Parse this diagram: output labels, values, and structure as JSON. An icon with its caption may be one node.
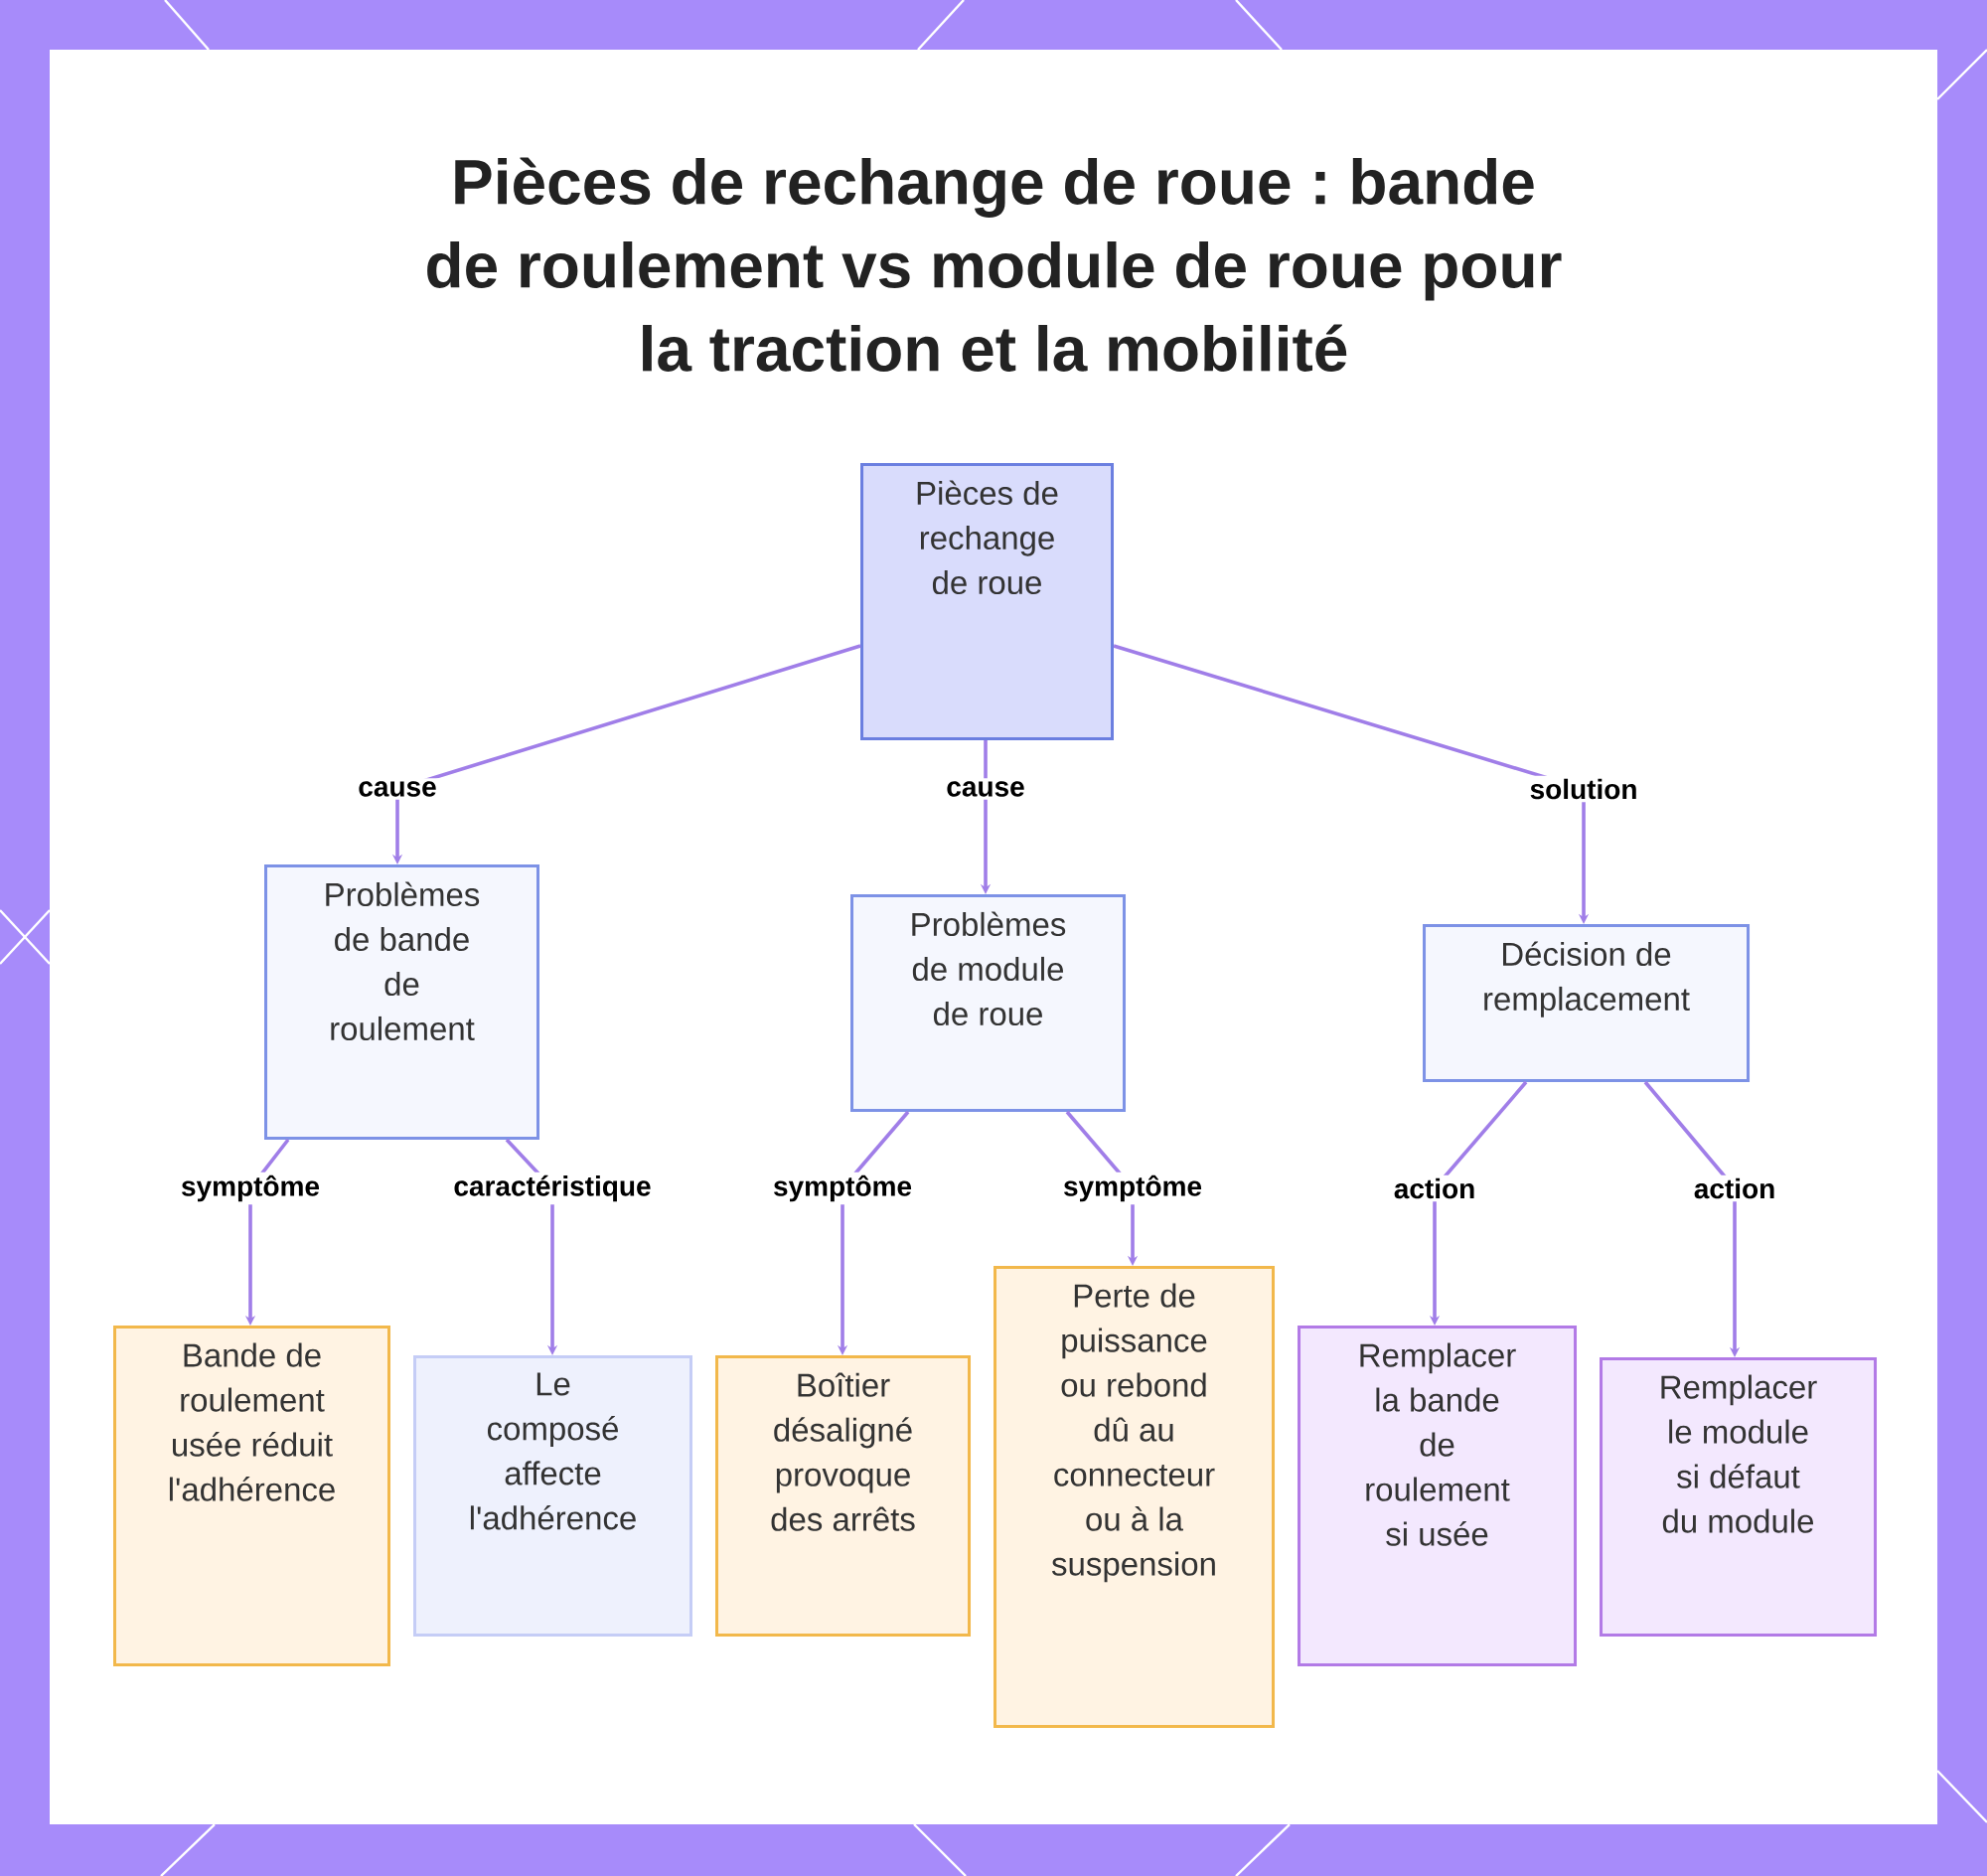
{
  "diagram": {
    "title": "Pièces de rechange de roue : bande de roulement vs module de roue pour la traction et la mobilité",
    "nodes": [
      {
        "text": [
          "Pièces de rechange de roue"
        ]
      },
      {
        "text": [
          "Problèmes de bande de roulement"
        ]
      },
      {
        "text": [
          "Problèmes de module de roue"
        ]
      },
      {
        "text": [
          "Décision de remplacement"
        ]
      },
      {
        "text": [
          "Bande de roulement usée réduit l'adhérence"
        ]
      },
      {
        "text": [
          "Le composé affecte l'adhérence"
        ]
      },
      {
        "text": [
          "Boîtier désaligné provoque des arrêts"
        ]
      },
      {
        "text": [
          "Perte de puissance ou rebond dû au connecteur ou à la suspension"
        ]
      },
      {
        "text": [
          "Remplacer la bande de roulement si usée"
        ]
      },
      {
        "text": [
          "Remplacer le module si défaut du module"
        ]
      }
    ],
    "edges": [
      {
        "from": 0,
        "to": 1,
        "arrow": "to",
        "label": "cause"
      },
      {
        "from": 0,
        "to": 2,
        "arrow": "to",
        "label": "cause"
      },
      {
        "from": 0,
        "to": 3,
        "arrow": "to",
        "label": "solution"
      },
      {
        "from": 1,
        "to": 4,
        "arrow": "to",
        "label": "symptôme"
      },
      {
        "from": 1,
        "to": 5,
        "arrow": "to",
        "label": "caractéristique"
      },
      {
        "from": 2,
        "to": 6,
        "arrow": "to",
        "label": "symptôme"
      },
      {
        "from": 2,
        "to": 7,
        "arrow": "to",
        "label": "symptôme"
      },
      {
        "from": 3,
        "to": 8,
        "arrow": "to",
        "label": "action"
      },
      {
        "from": 3,
        "to": 9,
        "arrow": "to",
        "label": "action"
      }
    ]
  }
}
